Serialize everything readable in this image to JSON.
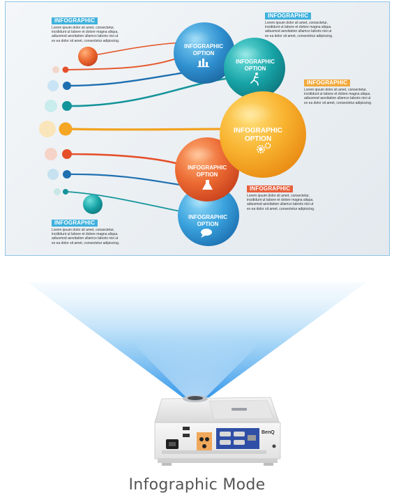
{
  "caption": "Infographic Mode",
  "brand": "BenQ",
  "infographic": {
    "option_label_line1": "INFOGRAPHIC",
    "option_label_line2": "OPTION",
    "text_blocks": [
      {
        "tag": "INFOGRAPHIC",
        "color": "#3fb1dd",
        "lines": [
          "Lorem ipsum dolor sit amet, consectetur,",
          "incididunt ut labore et dolore magna aliqua,",
          "adiusmod aerzitation ullamco laboris nisi ut",
          "ex ea dolor sit amet, consectetur adipiscing."
        ]
      },
      {
        "tag": "INFOGRAPHIC",
        "color": "#3fb1dd",
        "lines": [
          "Lorem ipsum dolor sit amet, consectetur,",
          "incididunt ut labore et dolore magna aliqua.",
          "adiusmod aerzitation ullamco laboris nisi ut",
          "ex ea dolor sit amet, consectetur adipiscing."
        ]
      },
      {
        "tag": "INFOGRAPHIC",
        "color": "#f2a93b",
        "lines": [
          "Lorem ipsum dolor sit amet, consectetur,",
          "incididunt ut labore et dolore magna aliqua.",
          "adiusmod aerzitation ullamco laboris nisi ut",
          "ex ea dolor sit amet, consectetur adipiscing."
        ]
      },
      {
        "tag": "INFOGRAPHIC",
        "color": "#e8603c",
        "lines": [
          "Lorem ipsum dolor sit amet, consectetur,",
          "incididunt ut labore et dolore magna aliqua.",
          "adiusmod aerzitation ullamco laboris nisi ut",
          "ex ea dolor sit amet, consectetur adipiscing."
        ]
      },
      {
        "tag": "INFOGRAPHIC",
        "color": "#3fb1dd",
        "lines": [
          "Lorem ipsum dolor sit amet, consectetur,",
          "incididunt ut labore et dolore magna aliqua.",
          "adiusmod aerzitation ullamco laboris nisi ut",
          "ex ea dolor sit amet, consectetur adipiscing."
        ]
      }
    ],
    "colors": {
      "blue": "#2f8fcf",
      "teal": "#1aa3a8",
      "orange": "#f6a623",
      "red": "#e5502b",
      "navy": "#1e6fb0"
    },
    "icons": [
      "bar-chart-icon",
      "running-person-icon",
      "gears-icon",
      "flask-icon",
      "speech-bubble-icon"
    ]
  }
}
